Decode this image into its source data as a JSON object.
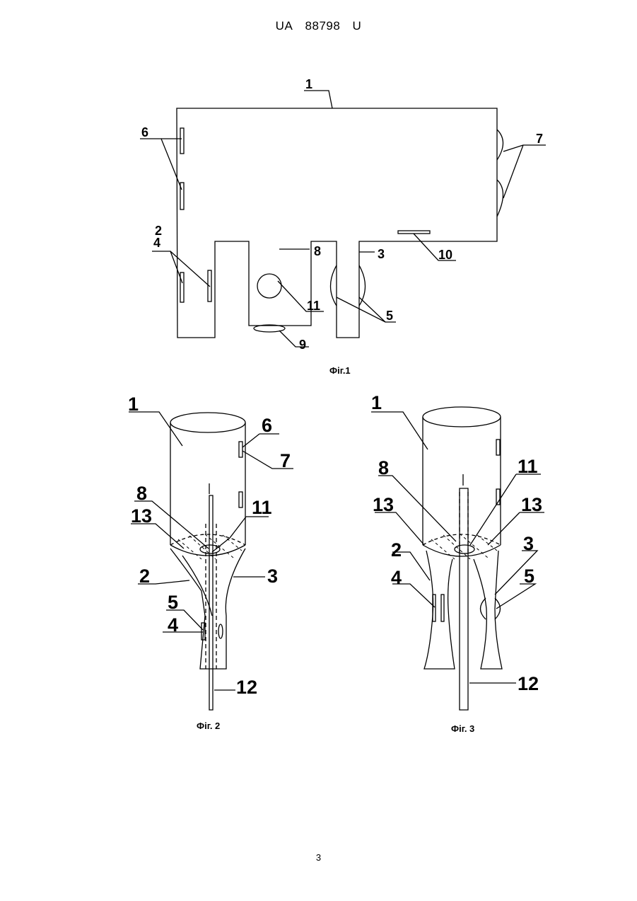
{
  "header": {
    "country": "UA",
    "number": "88798",
    "kind": "U"
  },
  "page_number": "3",
  "figures": [
    {
      "caption": "Фіг.1",
      "labels": [
        "1",
        "2",
        "3",
        "4",
        "5",
        "6",
        "7",
        "8",
        "9",
        "10",
        "11"
      ]
    },
    {
      "caption": "Фіг. 2",
      "labels": [
        "1",
        "2",
        "3",
        "4",
        "5",
        "6",
        "7",
        "8",
        "11",
        "12",
        "13"
      ]
    },
    {
      "caption": "Фіг. 3",
      "labels": [
        "1",
        "2",
        "3",
        "4",
        "5",
        "8",
        "11",
        "12",
        "13",
        "13"
      ]
    }
  ]
}
